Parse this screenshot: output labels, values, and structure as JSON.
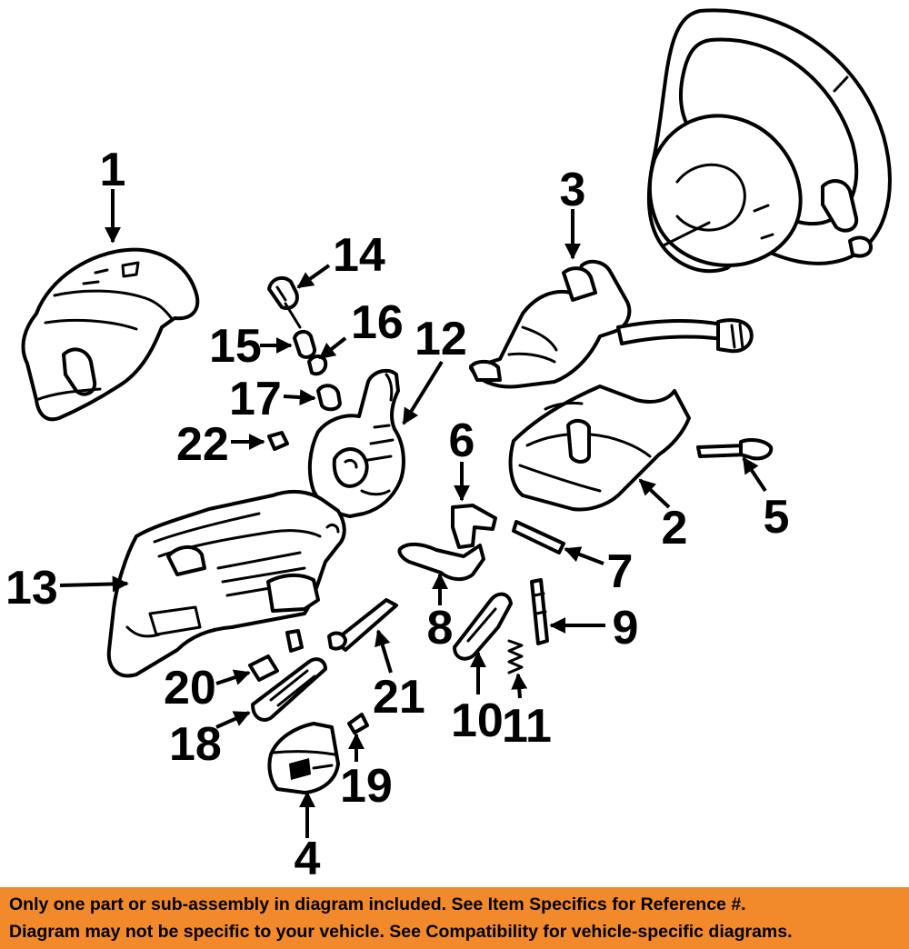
{
  "diagram": {
    "callouts": [
      "1",
      "2",
      "3",
      "4",
      "5",
      "6",
      "7",
      "8",
      "9",
      "10",
      "11",
      "12",
      "13",
      "14",
      "15",
      "16",
      "17",
      "18",
      "19",
      "20",
      "21",
      "22"
    ]
  },
  "footer": {
    "line1": "Only one part or sub-assembly in diagram included. See Item Specifics for Reference #.",
    "line2": "Diagram may not be specific to your vehicle. See Compatibility for vehicle-specific diagrams."
  },
  "colors": {
    "footer_background": "#f28a2c",
    "line_art": "#000000",
    "background": "#ffffff"
  }
}
